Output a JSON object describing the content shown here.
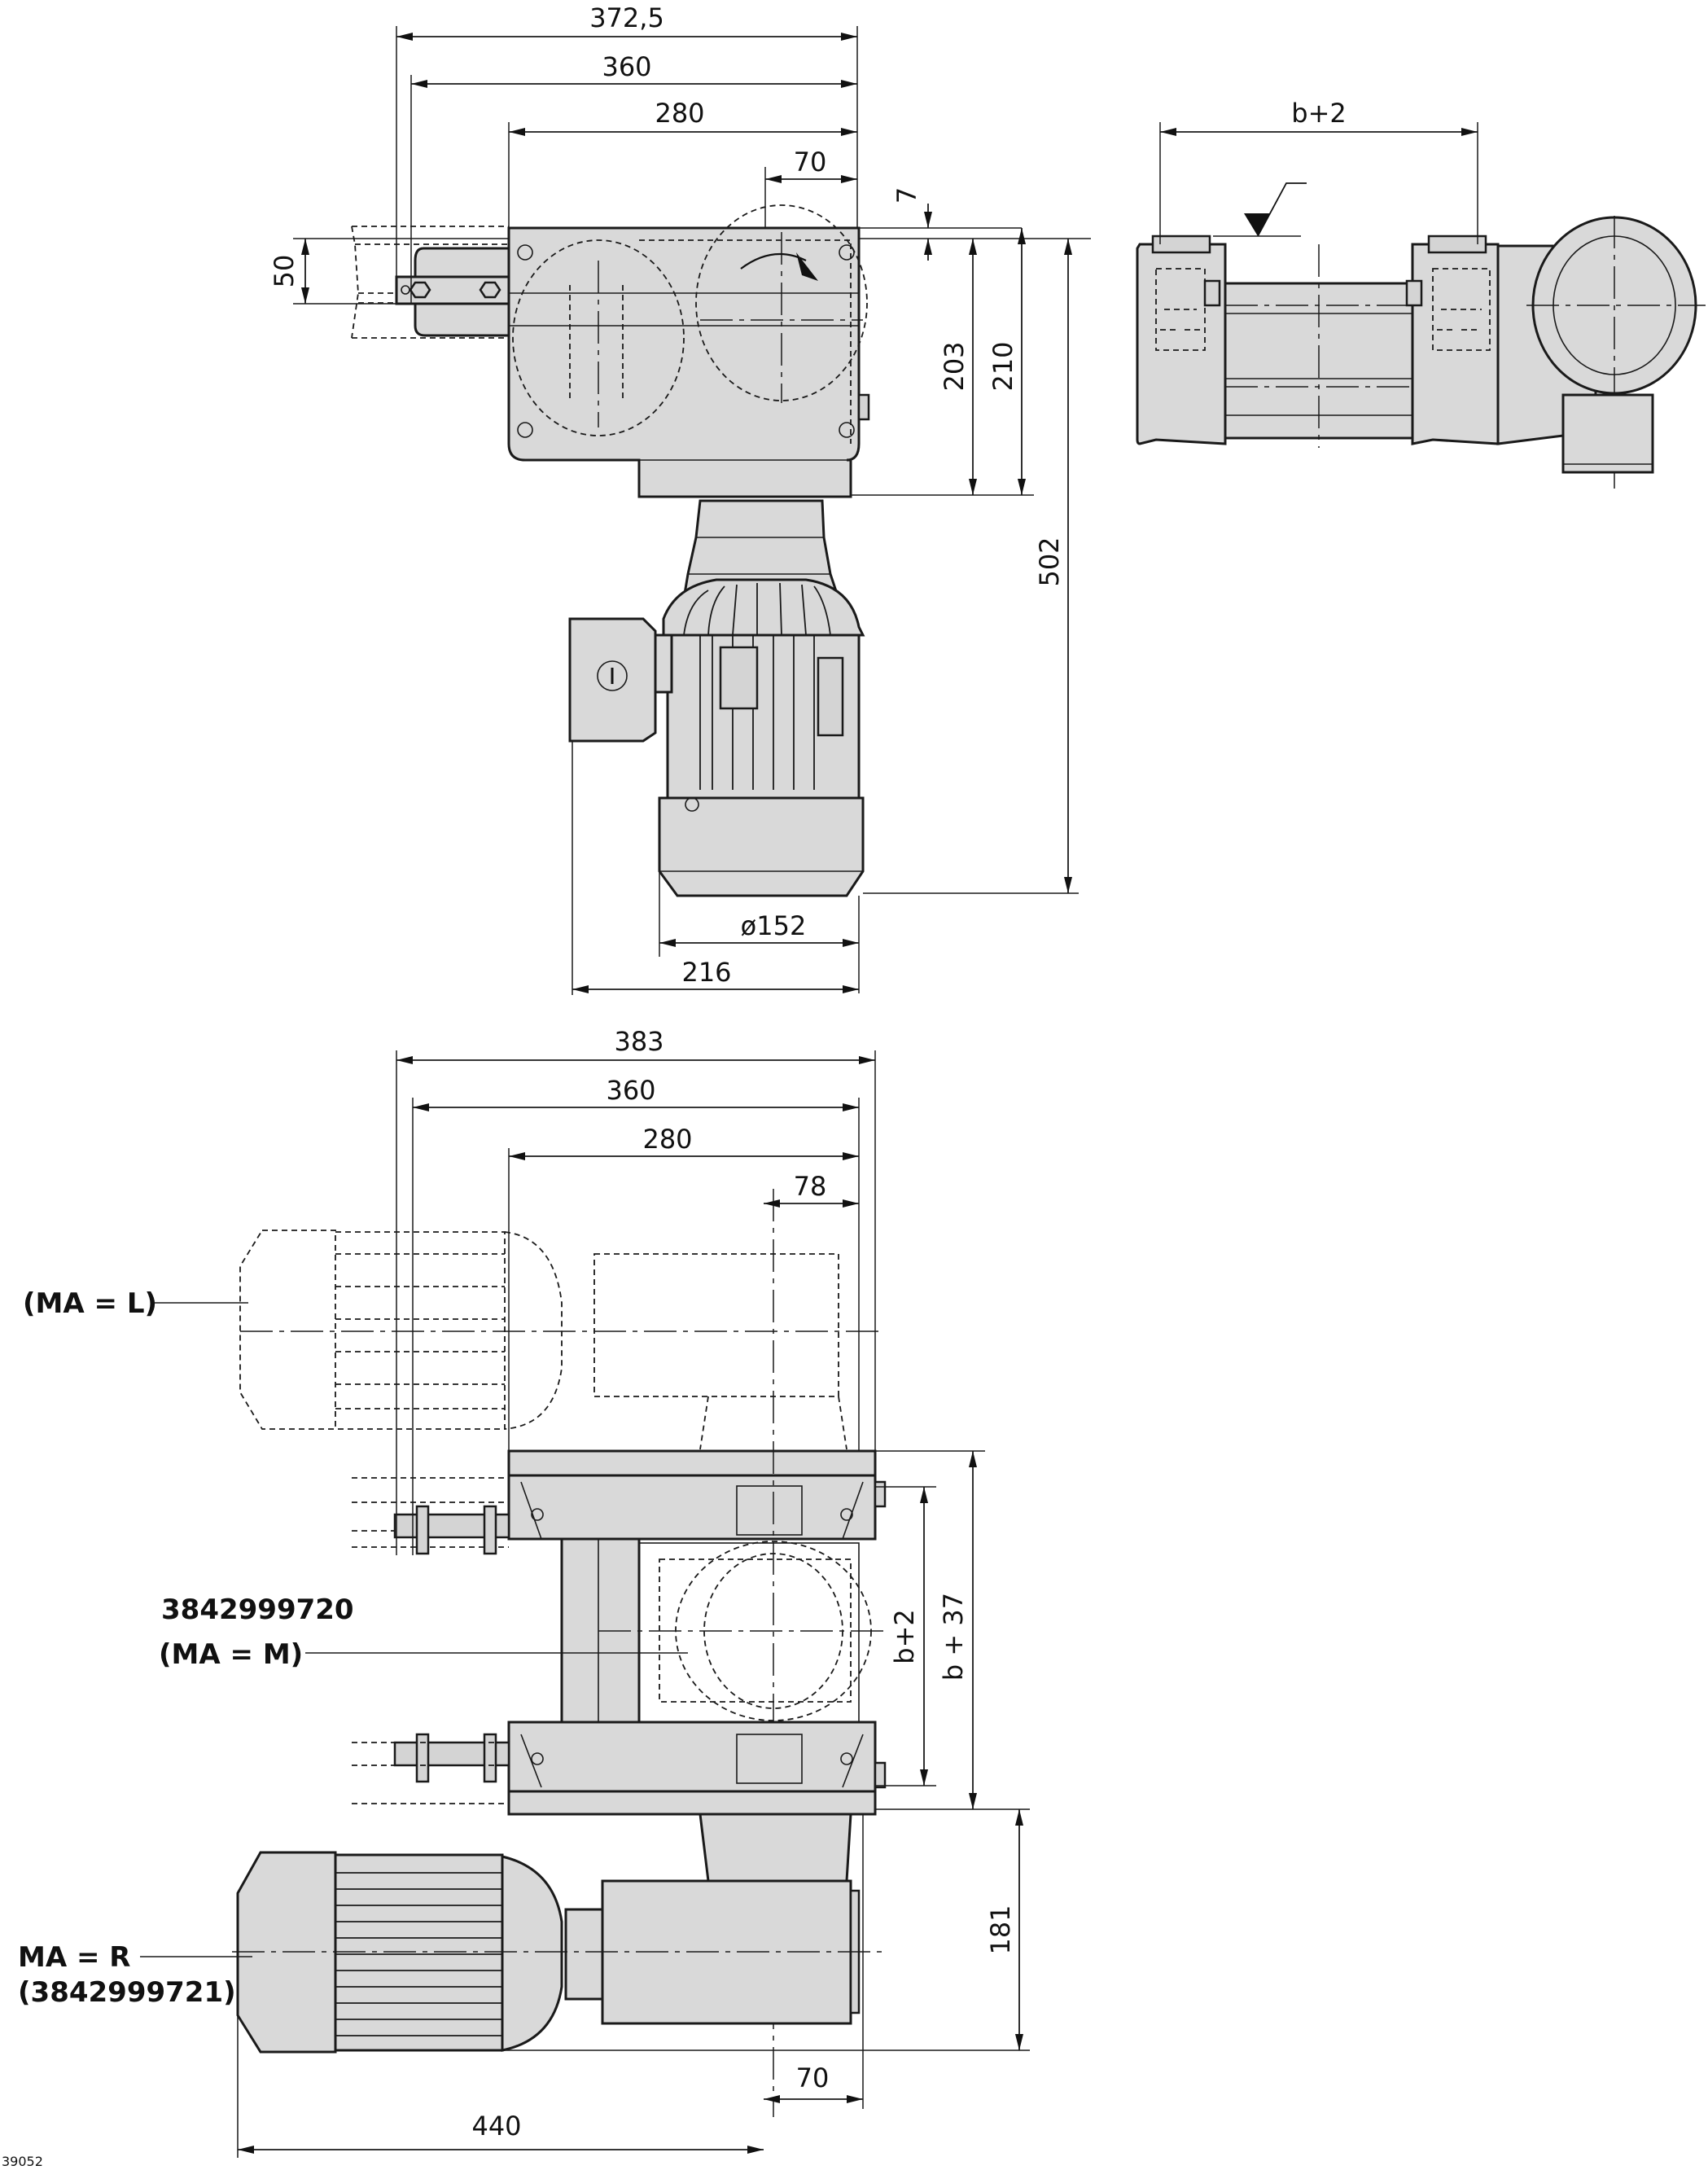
{
  "drawing": {
    "id_number": "39052",
    "views": {
      "top_view": {
        "dimensions": {
          "overall_width": "372,5",
          "mount_width": "360",
          "housing_width": "280",
          "shaft_offset": "70",
          "top_offset": "7",
          "bracket_height": "50",
          "housing_height_a": "203",
          "housing_height_b": "210",
          "total_height": "502",
          "motor_diameter": "ø152",
          "motor_box_width": "216"
        }
      },
      "side_view": {
        "dimensions": {
          "profile_span": "b+2"
        }
      },
      "bottom_view": {
        "dimensions": {
          "overall_width": "383",
          "mount_width": "360",
          "housing_width": "280",
          "shaft_offset": "78",
          "inner_span": "b+2",
          "outer_span": "b + 37",
          "drive_depth": "181",
          "shaft_offset_bottom": "70",
          "motor_length": "440"
        },
        "callouts": {
          "left": "(MA = L)",
          "middle_part": "3842999720",
          "middle": "(MA = M)",
          "right": "MA = R",
          "right_part": "(3842999721)"
        }
      }
    }
  }
}
